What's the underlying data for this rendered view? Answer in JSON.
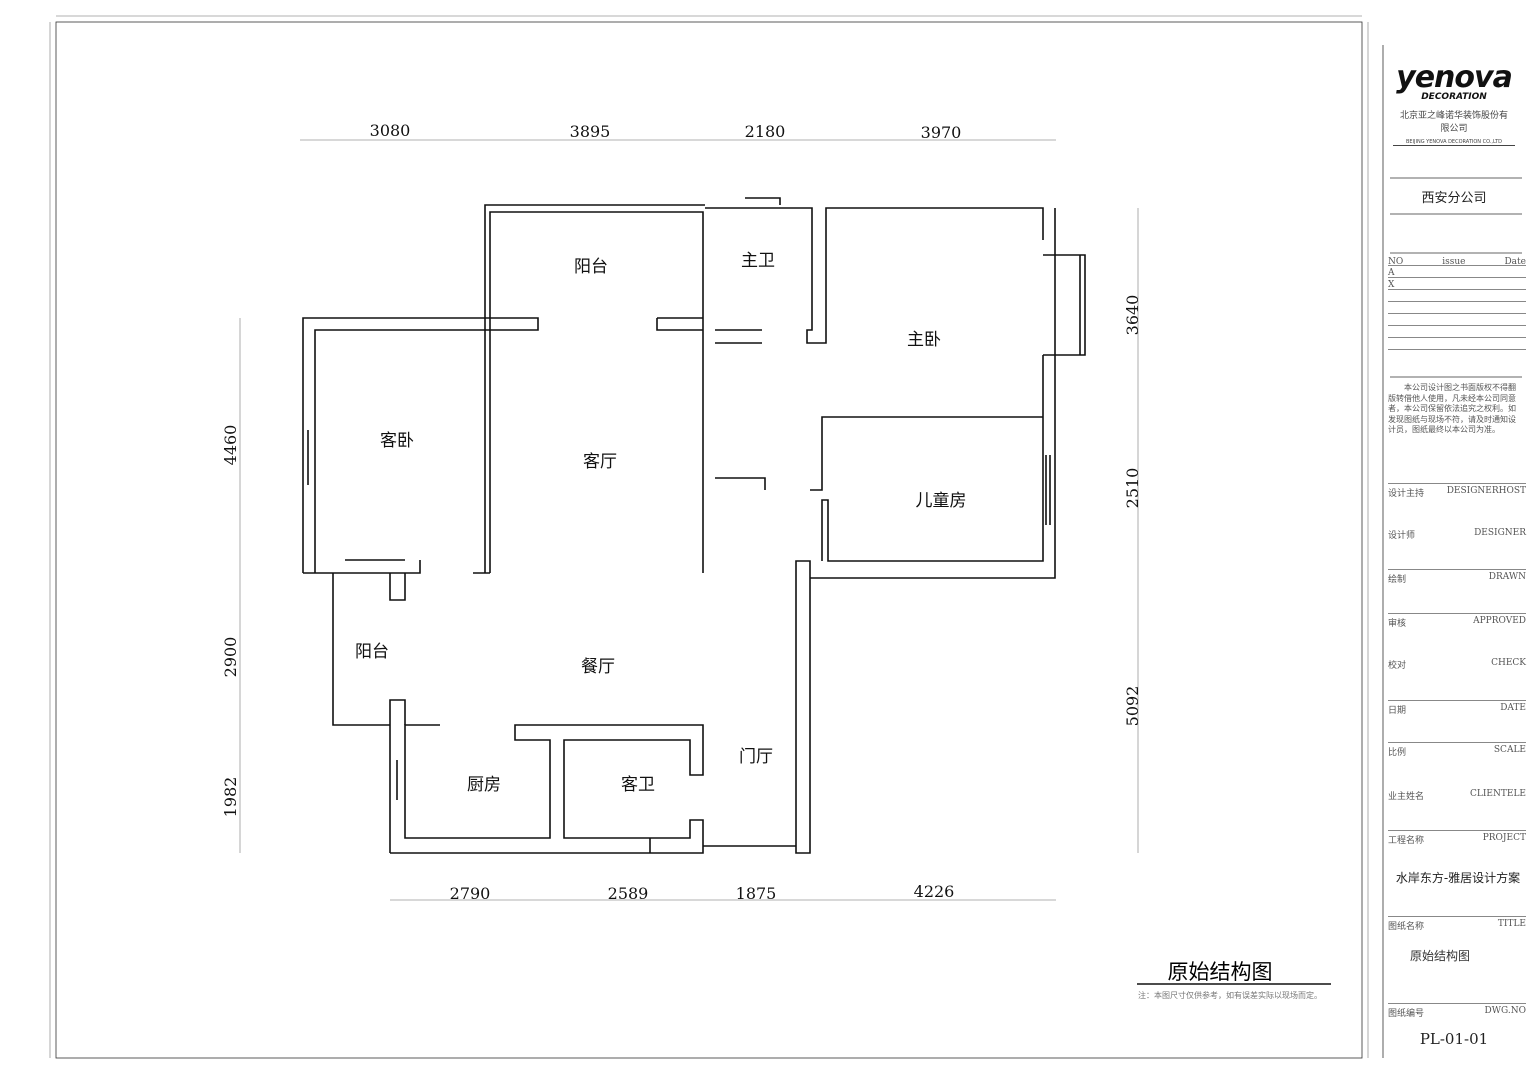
{
  "drawing": {
    "rooms": {
      "balcony_top": "阳台",
      "master_bath": "主卫",
      "master_bedroom": "主卧",
      "guest_bedroom": "客卧",
      "living_room": "客厅",
      "children_room": "儿童房",
      "balcony_left": "阳台",
      "dining_room": "餐厅",
      "foyer": "门厅",
      "kitchen": "厨房",
      "guest_bath": "客卫"
    },
    "dims_top": [
      "3080",
      "3895",
      "2180",
      "3970"
    ],
    "dims_bottom": [
      "2790",
      "2589",
      "1875",
      "4226"
    ],
    "dims_left": [
      "4460",
      "2900",
      "1982"
    ],
    "dims_right": [
      "3640",
      "2510",
      "5092"
    ],
    "title": "原始结构图",
    "note": "注：本图尺寸仅供参考，如有误差实际以现场而定。"
  },
  "title_block": {
    "logo": "yenova",
    "logo_sub": "DECORATION",
    "company_cn": "北京亚之峰诺华装饰股份有限公司",
    "company_en": "BEIJING YENOVA DECORATION CO.,LTD",
    "branch": "西安分公司",
    "rev_header": {
      "no": "NO",
      "issue": "issue",
      "date": "Date"
    },
    "rev_rows": [
      "A",
      "X"
    ],
    "disclaimer": "本公司设计图之书面版权不得翻版转借他人使用，凡未经本公司同意者，本公司保留依法追究之权利。如发现图纸与现场不符，请及时通知设计员，图纸最终以本公司为准。",
    "fields": [
      {
        "cn": "设计主持",
        "en": "DESIGNERHOST"
      },
      {
        "cn": "设计师",
        "en": "DESIGNER"
      },
      {
        "cn": "绘制",
        "en": "DRAWN"
      },
      {
        "cn": "审核",
        "en": "APPROVED"
      },
      {
        "cn": "校对",
        "en": "CHECK"
      },
      {
        "cn": "日期",
        "en": "DATE"
      },
      {
        "cn": "比例",
        "en": "SCALE"
      },
      {
        "cn": "业主姓名",
        "en": "CLIENTELE"
      },
      {
        "cn": "工程名称",
        "en": "PROJECT"
      }
    ],
    "project": "水岸东方-雅居设计方案",
    "title_label": {
      "cn": "图纸名称",
      "en": "TITLE"
    },
    "title_value": "原始结构图",
    "dwg_label": {
      "cn": "图纸编号",
      "en": "DWG.NO"
    },
    "dwg_no": "PL-01-01"
  }
}
